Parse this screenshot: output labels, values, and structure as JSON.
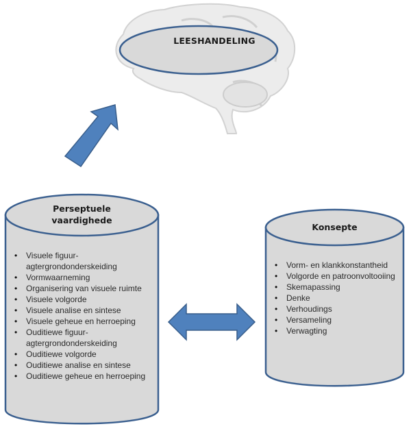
{
  "diagram": {
    "center_node": {
      "label": "LEESHANDELING",
      "background_icon": "brain-icon"
    },
    "left_cylinder": {
      "title_line1": "Perseptuele",
      "title_line2": "vaardighede",
      "items": [
        "Visuele figuur-agtergrondonderskeiding",
        "Vormwaarneming",
        "Organisering van visuele ruimte",
        "Visuele volgorde",
        "Visuele analise en sintese",
        "Visuele geheue  en herroeping",
        "Ouditiewe figuur-agtergrondonderskeiding",
        "Ouditiewe volgorde",
        "Ouditiewe analise en sintese",
        "Ouditiewe geheue en herroeping"
      ]
    },
    "right_cylinder": {
      "title": "Konsepte",
      "items": [
        "Vorm- en klankkonstantheid",
        "Volgorde en patroonvoltooiing",
        "Skemapassing",
        "Denke",
        "Verhoudings",
        "Versameling",
        "Verwagting"
      ]
    },
    "arrows": [
      {
        "type": "single",
        "direction": "up-right",
        "from": "left_cylinder",
        "to": "center_node"
      },
      {
        "type": "double",
        "direction": "horizontal",
        "between": [
          "left_cylinder",
          "right_cylinder"
        ]
      }
    ],
    "colors": {
      "shape_fill": "#d9d9d9",
      "shape_stroke": "#3a5f8f",
      "arrow_fill": "#4f81bd",
      "arrow_stroke": "#385d8a",
      "brain": "#e8e8e8"
    }
  }
}
